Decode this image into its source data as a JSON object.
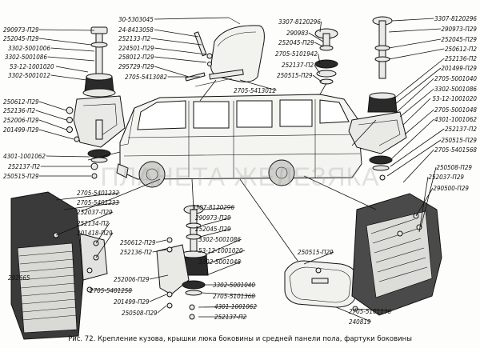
{
  "caption": "Рис. 72. Крепление кузова, крышки люка боковины и средней панели пола, фартуки боковины",
  "watermark": "ПЛАНЕТА ЖЕЛЕЗЯКА",
  "labels": [
    "290973-П29",
    "252045-П29",
    "3302-5001006",
    "3302-5001086",
    "53-12-1001020",
    "3302-5001012",
    "250612-П29",
    "252136-П2",
    "252006-П29",
    "201499-П29",
    "4301-1001062",
    "252137-П2",
    "250515-П29",
    "2705-5401232",
    "2705-5401233",
    "252037-П29",
    "252134-П2",
    "201418-П29",
    "250612-П29",
    "252136-П2",
    "252006-П29",
    "2705-5401258",
    "201499-П29",
    "250508-П29",
    "30-5303045",
    "24-8413058",
    "252133-П2",
    "224501-П29",
    "258012-П29",
    "295729-П29",
    "2705-5413082",
    "2705-5413012",
    "3307-8120296",
    "290983",
    "252045-П29",
    "2705-5101942",
    "252137-П2",
    "250515-П29",
    "3307-8120296",
    "290973-П29",
    "252045-П29",
    "250612-П2",
    "252136-П2",
    "201499-П29",
    "2705-5001040",
    "3302-5001086",
    "53-12-1001020",
    "2705-5001048",
    "4301-1001062",
    "252137-П2",
    "250515-П29",
    "2705-5401568",
    "250508-П29",
    "252037-П29",
    "290500-П29",
    "3307-8120296",
    "290973-П29",
    "252045-П29",
    "3302-5001086",
    "53-12-1001020",
    "3302-5001048",
    "3302-5001040",
    "2705-5101368",
    "4301-1001062",
    "252137-П2",
    "250515-П29",
    "2705-5101136",
    "240819",
    "292665"
  ]
}
